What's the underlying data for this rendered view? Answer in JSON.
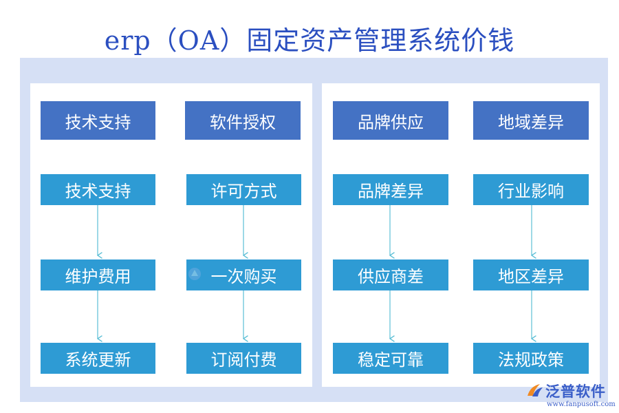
{
  "title": "erp（OA）固定资产管理系统价钱",
  "left_panel": {
    "headers": [
      "技术支持",
      "软件授权"
    ],
    "columns": [
      [
        "技术支持",
        "维护费用",
        "系统更新"
      ],
      [
        "许可方式",
        "一次购买",
        "订阅付费"
      ]
    ]
  },
  "right_panel": {
    "headers": [
      "品牌供应",
      "地域差异"
    ],
    "columns": [
      [
        "品牌差异",
        "供应商差",
        "稳定可靠"
      ],
      [
        "行业影响",
        "地区差异",
        "法规政策"
      ]
    ]
  },
  "watermark": {
    "name": "泛普软件",
    "url": "www.fanpusoft.com"
  },
  "colors": {
    "header_box": "#4472c4",
    "item_box": "#2e9bd4",
    "frame": "#d6e0f5",
    "connector": "#5bbfd6",
    "title": "#2b4fc0"
  }
}
